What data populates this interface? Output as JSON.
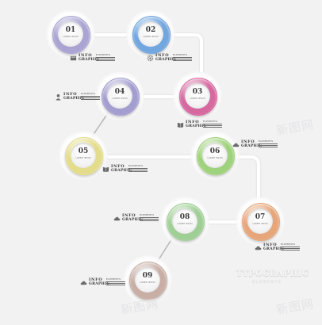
{
  "diagram": {
    "nodes": [
      {
        "id": "01",
        "number": "01",
        "caption": "LOREM IPSUM",
        "color": "#a9a4d2"
      },
      {
        "id": "02",
        "number": "02",
        "caption": "LOREM IPSUM",
        "color": "#72a6df"
      },
      {
        "id": "03",
        "number": "03",
        "caption": "LOREM IPSUM",
        "color": "#d669a0"
      },
      {
        "id": "04",
        "number": "04",
        "caption": "LOREM IPSUM",
        "color": "#a39ed0"
      },
      {
        "id": "05",
        "number": "05",
        "caption": "LOREM IPSUM",
        "color": "#e3dc8a"
      },
      {
        "id": "06",
        "number": "06",
        "caption": "LOREM IPSUM",
        "color": "#9fd27c"
      },
      {
        "id": "07",
        "number": "07",
        "caption": "LOREM IPSUM",
        "color": "#e6a67a"
      },
      {
        "id": "08",
        "number": "08",
        "caption": "LOREM IPSUM",
        "color": "#9fcf95"
      },
      {
        "id": "09",
        "number": "09",
        "caption": "LOREM IPSUM",
        "color": "#c8aea5"
      }
    ],
    "labels": [
      {
        "node": "01",
        "word1": "INFO",
        "word2": "GRAPHIC",
        "word3": "ELEMENTS",
        "icon": "document-icon"
      },
      {
        "node": "02",
        "word1": "INFO",
        "word2": "GRAPHIC",
        "word3": "ELEMENTS",
        "icon": "gear-icon"
      },
      {
        "node": "03",
        "word1": "INFO",
        "word2": "GRAPHIC",
        "word3": "ELEMENTS",
        "icon": "book-icon"
      },
      {
        "node": "04",
        "word1": "INFO",
        "word2": "GRAPHIC",
        "word3": "ELEMENTS",
        "icon": "person-icon"
      },
      {
        "node": "05",
        "word1": "INFO",
        "word2": "GRAPHIC",
        "word3": "ELEMENTS",
        "icon": "book-icon"
      },
      {
        "node": "06",
        "word1": "INFO",
        "word2": "GRAPHIC",
        "word3": "ELEMENTS",
        "icon": "cloud-icon"
      },
      {
        "node": "07",
        "word1": "INFO",
        "word2": "GRAPHIC",
        "word3": "ELEMENTS",
        "icon": "cloud-icon"
      },
      {
        "node": "08",
        "word1": "INFO",
        "word2": "GRAPHIC",
        "word3": "ELEMENTS",
        "icon": "cloud-icon"
      },
      {
        "node": "09",
        "word1": "INFO",
        "word2": "GRAPHIC",
        "word3": "ELEMENTS",
        "icon": "cloud-icon"
      }
    ]
  },
  "title": {
    "main": "TYPOGRAPHIC",
    "sub": "ELEMENTS"
  },
  "watermarks": [
    "新图网",
    "新图网",
    "新图网"
  ]
}
